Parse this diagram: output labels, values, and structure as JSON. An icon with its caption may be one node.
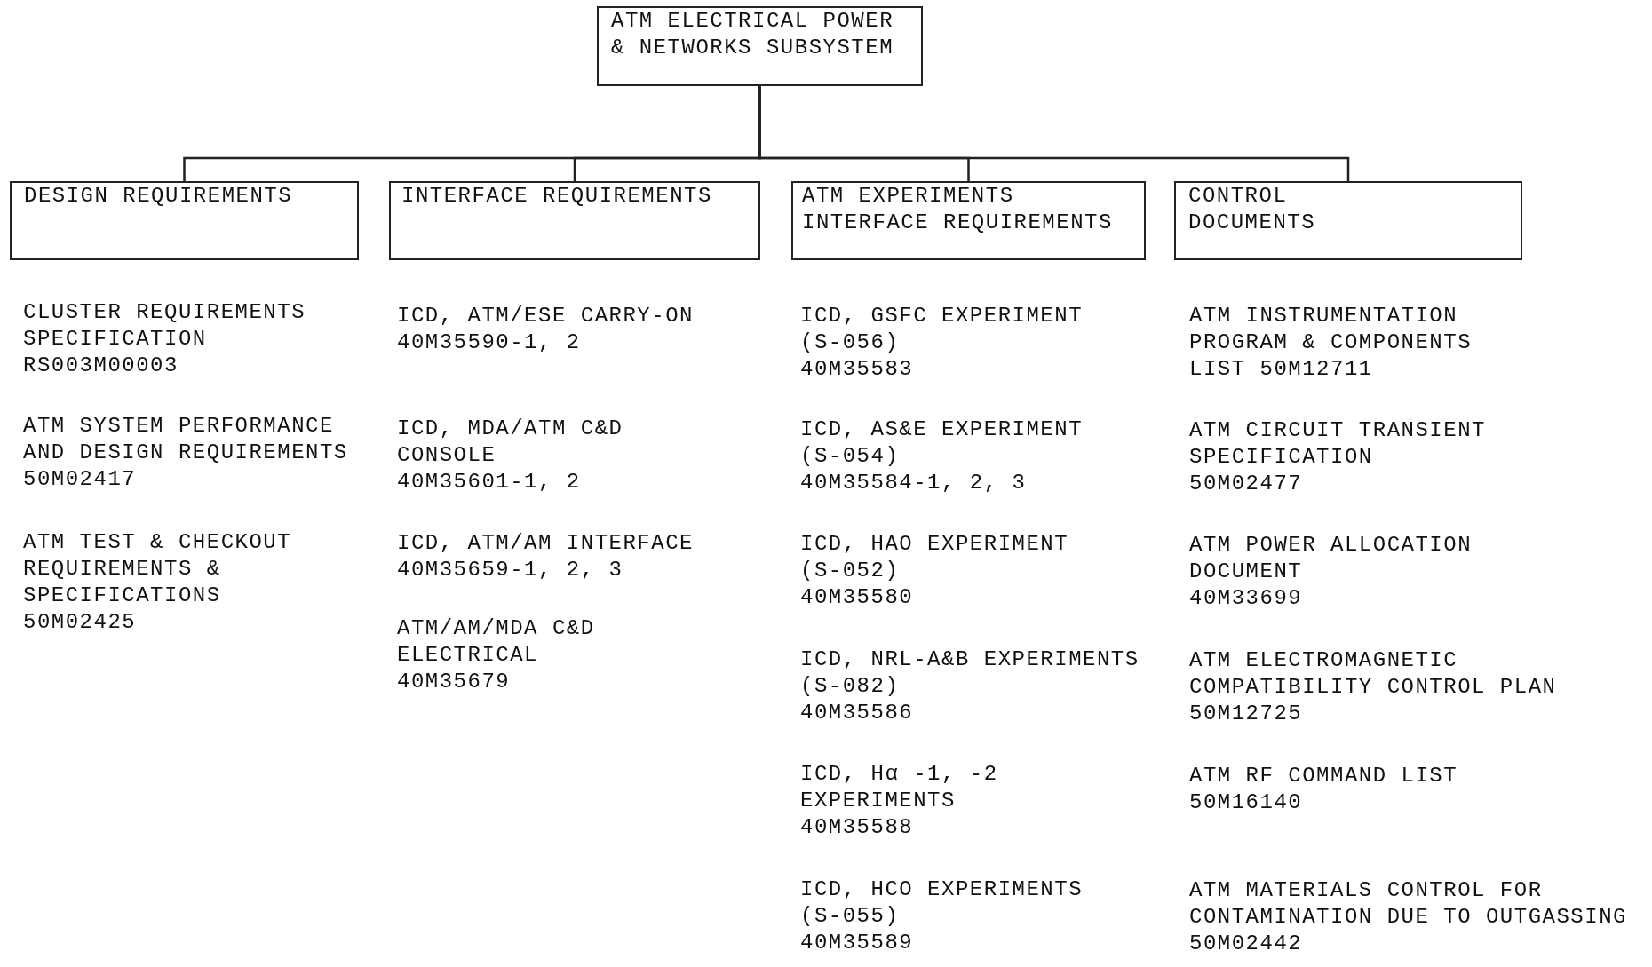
{
  "diagram": {
    "nodes": [
      {
        "text": [
          "ATM ELECTRICAL POWER & NETWORKS SUBSYSTEM"
        ]
      },
      {
        "text": [
          "DESIGN REQUIREMENTS"
        ],
        "beside": [
          "CLUSTER REQUIREMENTS SPECIFICATION RS003M00003",
          "ATM SYSTEM PERFORMANCE AND DESIGN REQUIREMENTS 50M02417",
          "ATM TEST & CHECKOUT REQUIREMENTS & SPECIFICATIONS 50M02425"
        ]
      },
      {
        "text": [
          "INTERFACE REQUIREMENTS"
        ],
        "beside": [
          "ICD, ATM/ESE CARRY-ON 40M35590-1, 2",
          "ICD, MDA/ATM C&D CONSOLE 40M35601-1, 2",
          "ICD, ATM/AM INTERFACE 40M35659-1, 2, 3",
          "ATM/AM/MDA C&D ELECTRICAL 40M35679"
        ]
      },
      {
        "text": [
          "ATM EXPERIMENTS INTERFACE REQUIREMENTS"
        ],
        "beside": [
          "ICD, GSFC EXPERIMENT (S-056) 40M35583",
          "ICD, AS&E EXPERIMENT (S-054) 40M35584-1, 2, 3",
          "ICD, HAO EXPERIMENT (S-052) 40M35580",
          "ICD, NRL-A&B EXPERIMENTS (S-082) 40M35586",
          "ICD, Hα -1, -2 EXPERIMENTS 40M35588",
          "ICD, HCO EXPERIMENTS (S-055) 40M35589"
        ]
      },
      {
        "text": [
          "CONTROL DOCUMENTS"
        ],
        "beside": [
          "ATM INSTRUMENTATION PROGRAM & COMPONENTS LIST 50M12711",
          "ATM CIRCUIT TRANSIENT SPECIFICATION 50M02477",
          "ATM POWER ALLOCATION DOCUMENT 40M33699",
          "ATM ELECTROMAGNETIC COMPATIBILITY CONTROL PLAN 50M12725",
          "ATM RF COMMAND LIST 50M16140",
          "ATM MATERIALS CONTROL FOR CONTAMINATION DUE TO OUTGASSING 50M02442"
        ]
      }
    ],
    "edges": [
      {
        "from": 0,
        "to": 1,
        "arrow": "none"
      },
      {
        "from": 0,
        "to": 2,
        "arrow": "none"
      },
      {
        "from": 0,
        "to": 3,
        "arrow": "none"
      },
      {
        "from": 0,
        "to": 4,
        "arrow": "none"
      }
    ]
  }
}
